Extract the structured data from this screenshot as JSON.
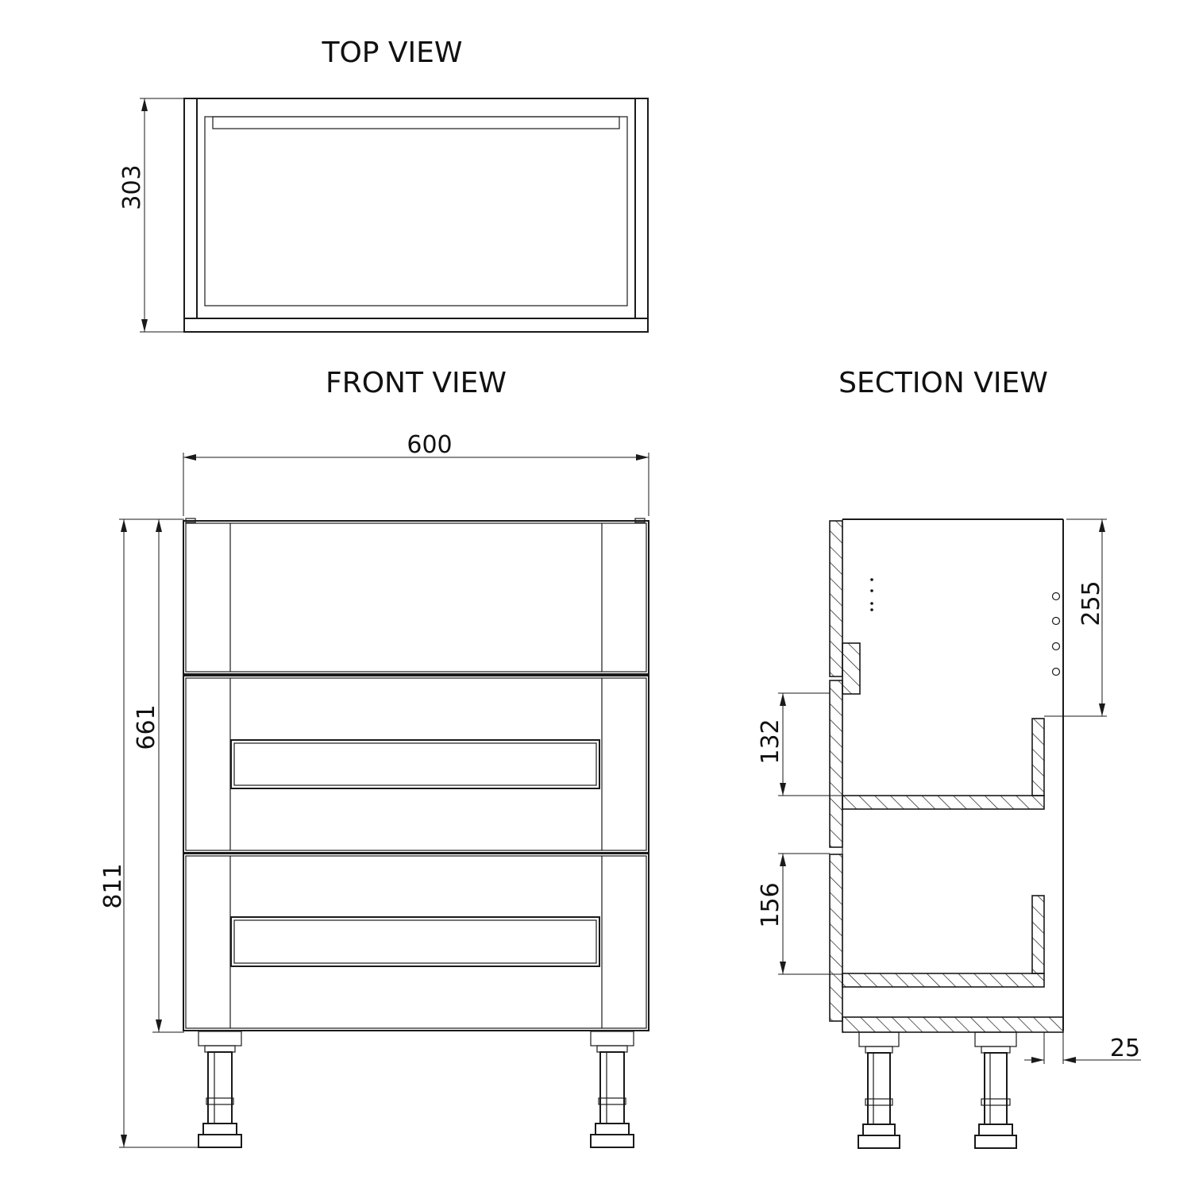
{
  "views": {
    "top_title": "TOP VIEW",
    "front_title": "FRONT VIEW",
    "section_title": "SECTION VIEW"
  },
  "dimensions": {
    "top_depth": "303",
    "front_width": "600",
    "front_carcass_height": "661",
    "front_total_height": "811",
    "section_top_drawer": "255",
    "section_mid_drawer": "132",
    "section_bottom_drawer": "156",
    "section_plinth_offset": "25"
  }
}
